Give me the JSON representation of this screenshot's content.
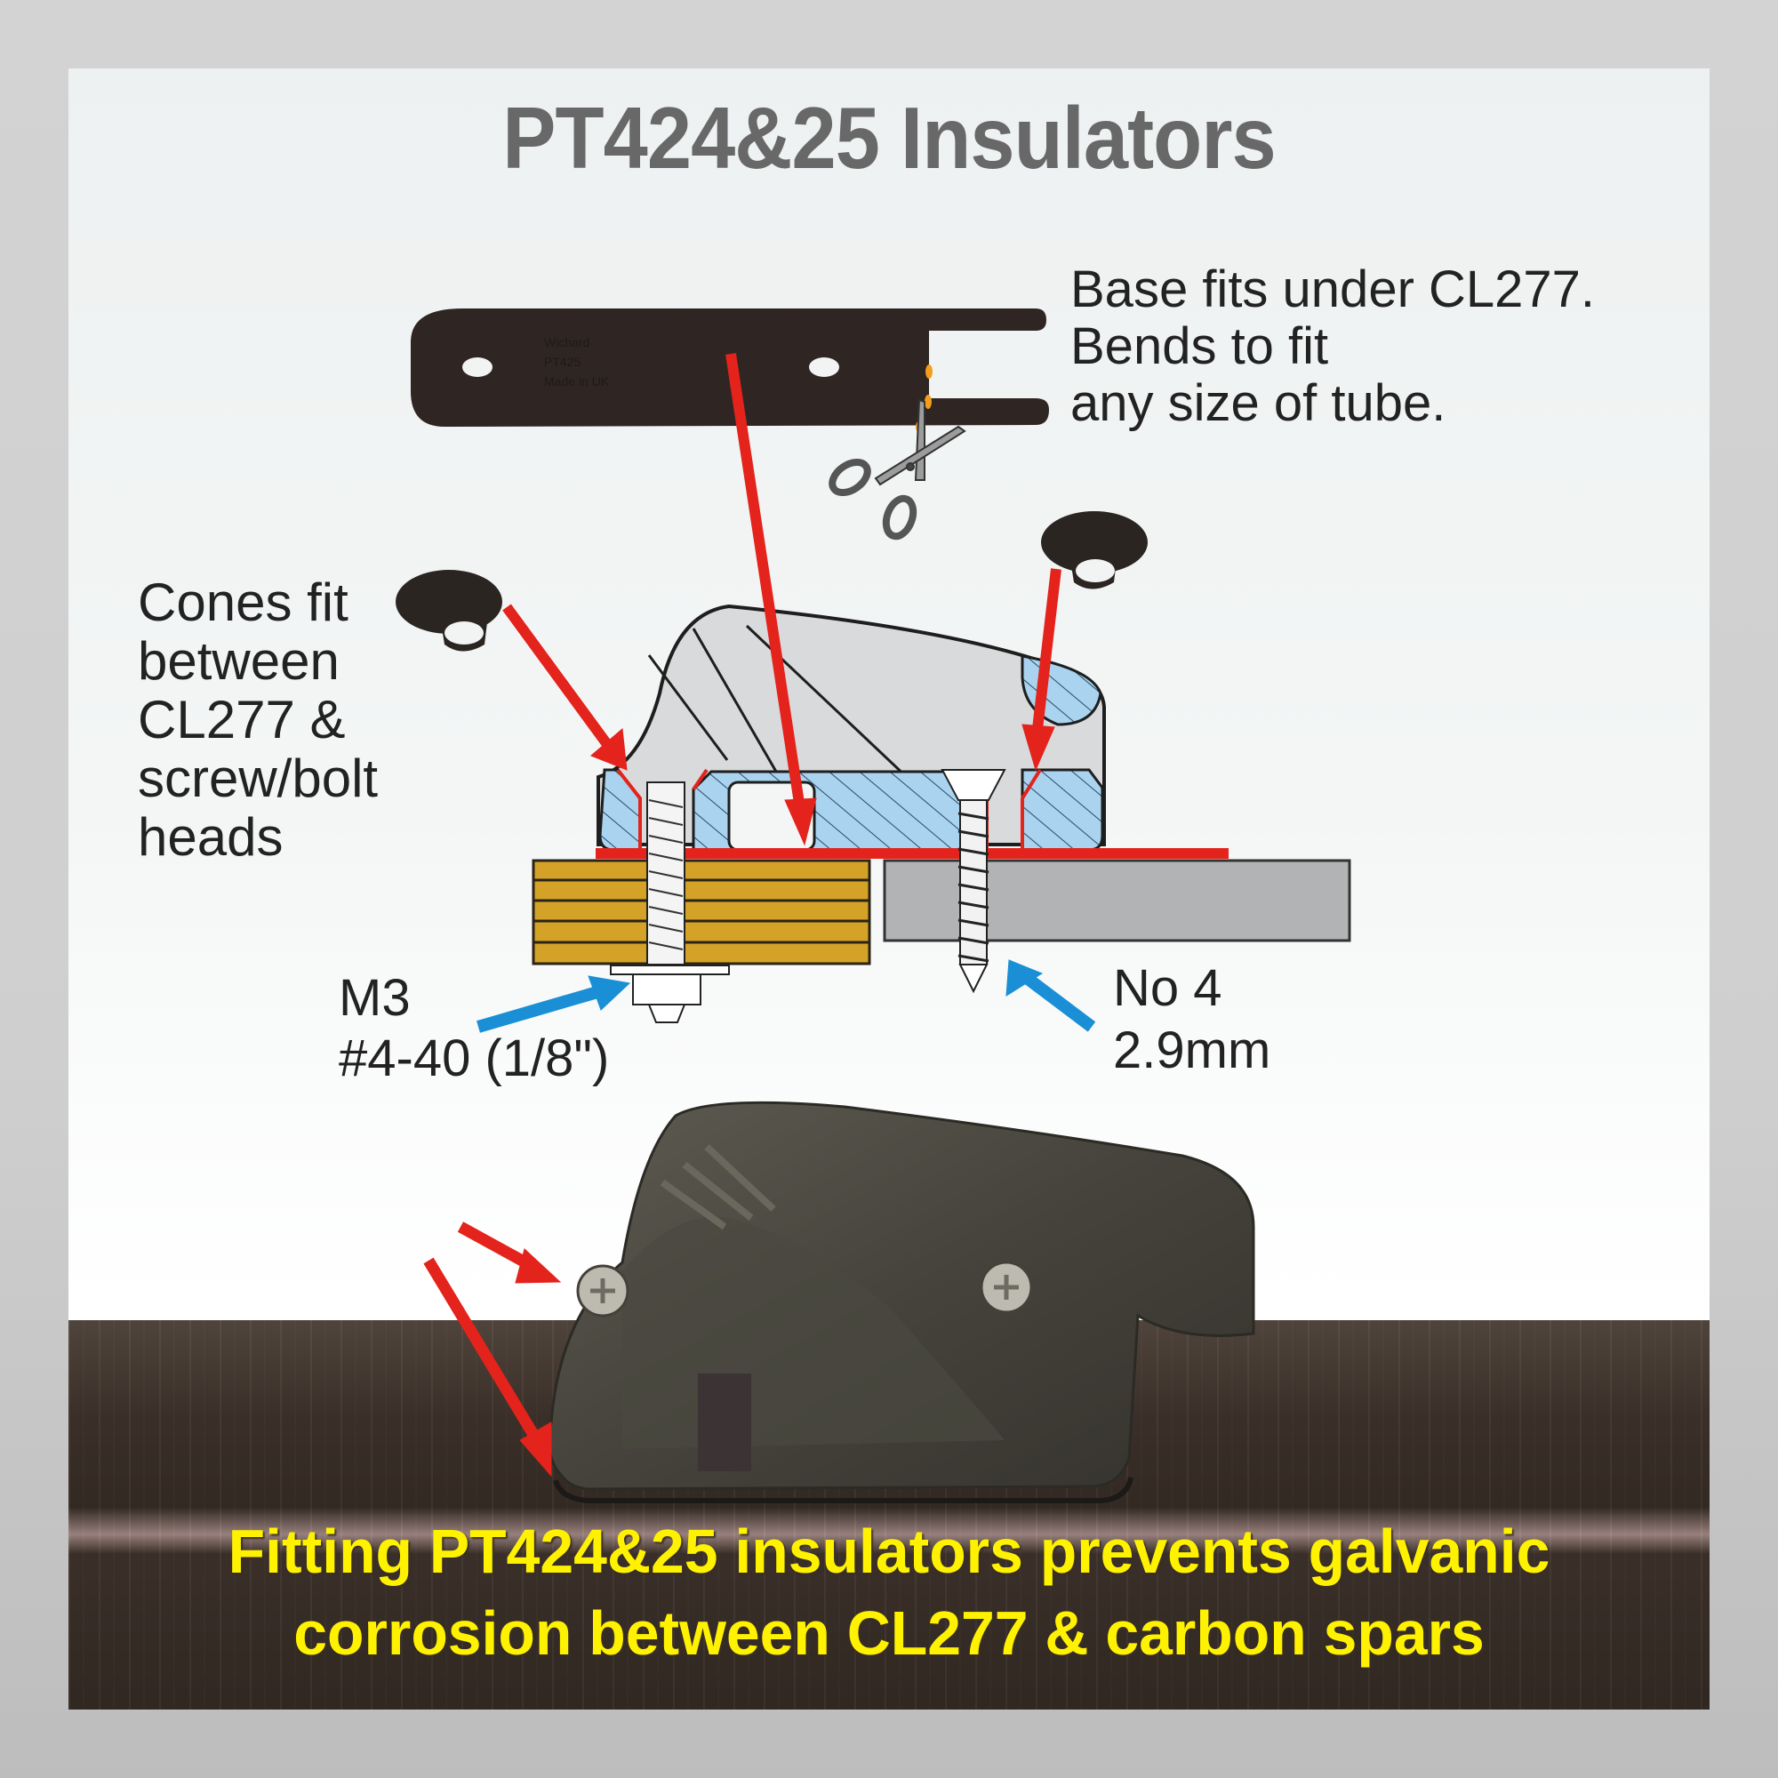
{
  "title": "PT424&25 Insulators",
  "labels": {
    "base": "Base fits under CL277.\nBends to fit\nany size of tube.",
    "cones": "Cones fit\nbetween\nCL277 &\nscrew/bolt\nheads",
    "bolt_size": "M3\n#4-40 (1/8\")",
    "screw_size": "No 4\n2.9mm"
  },
  "banner": {
    "line1": "Fitting PT424&25 insulators prevents galvanic",
    "line2": "corrosion between CL277 & carbon spars"
  },
  "base_plate_embossed_text": [
    "Wichard",
    "PT425",
    "Made in UK"
  ],
  "colors": {
    "title": "#686868",
    "text": "#222222",
    "banner_text": "#fff200",
    "pointer_red": "#e3231c",
    "pointer_blue": "#1a8fd6",
    "insulator_black": "#2b2522",
    "cleat_grey": "#d9dadc",
    "section_hatch_blue": "#a9d3ee",
    "laminate_gold": "#d4a227",
    "spar_grey": "#b2b3b5",
    "carbon_tube": "#3b3029"
  }
}
